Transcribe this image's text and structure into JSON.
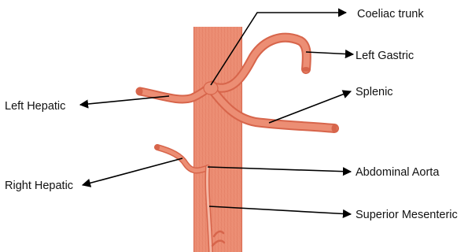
{
  "colors": {
    "vessel_fill": "#ec8e74",
    "vessel_dark": "#d7654b",
    "vessel_light": "#f5b7a4",
    "leader_line": "#000000",
    "label_text": "#111111"
  },
  "labels": {
    "coeliac_trunk": "Coeliac trunk",
    "left_gastric": "Left Gastric",
    "left_hepatic": "Left Hepatic",
    "splenic": "Splenic",
    "right_hepatic": "Right Hepatic",
    "abdominal_aorta": "Abdominal Aorta",
    "superior_mesenteric": "Superior Mesenteric"
  }
}
